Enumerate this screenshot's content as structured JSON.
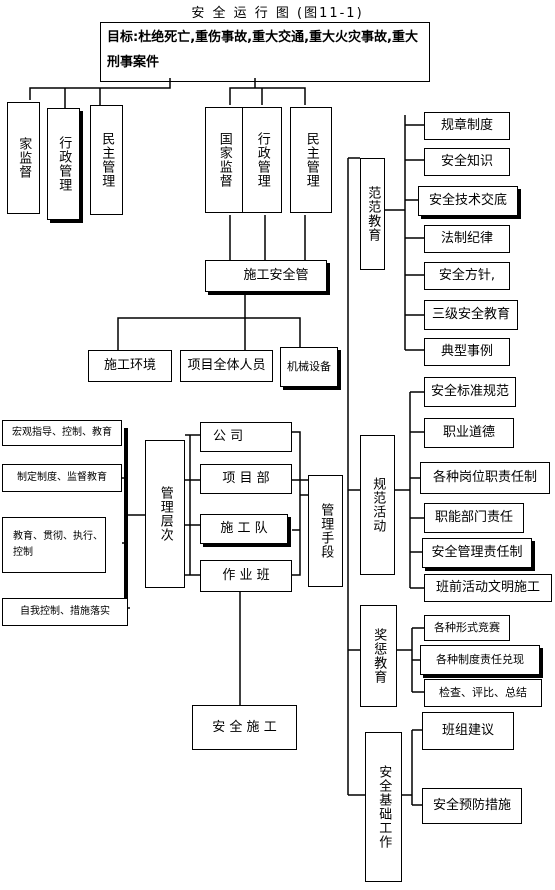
{
  "title": "安 全 运 行 图 (图11-1)",
  "goal": "目标:杜绝死亡,重伤事故,重大交通,重大火灾事故,重大刑事案件",
  "top_left": {
    "home": "家监督",
    "admin": "行政管理",
    "civil": "民主管理"
  },
  "top_middle": {
    "state": "国家监督",
    "admin": "行政管理",
    "civil": "民主管理"
  },
  "construction": {
    "manager": "施工安全管",
    "environment": "施工环境",
    "all_staff": "项目全体人员",
    "equipment": "机械设备"
  },
  "management": {
    "left_notes": [
      "宏观指导、控制、教育",
      "制定制度、监督教育",
      "教育、贯彻、执行、控制",
      "自我控制、措施落实"
    ],
    "levels_label": "管理层次",
    "levels": [
      "公 司",
      "项 目 部",
      "施 工 队",
      "作 业 班"
    ],
    "means_label": "管理手段",
    "safe_construction": "安 全 施 工"
  },
  "right": {
    "education": {
      "label": "范范教育",
      "items": [
        "规章制度",
        "安全知识",
        "安全技术交底",
        "法制纪律",
        "安全方针,",
        "三级安全教育",
        "典型事例"
      ]
    },
    "activities": {
      "label": "规范活动",
      "items": [
        "安全标准规范",
        "职业道德",
        "各种岗位职责任制",
        "职能部门责任",
        "安全管理责任制",
        "班前活动文明施工"
      ]
    },
    "rewards": {
      "label": "奖惩教育",
      "items": [
        "各种形式竞赛",
        "各种制度责任兑现",
        "检查、评比、总结"
      ]
    },
    "foundation": {
      "label": "安全基础工作",
      "items": [
        "班组建议",
        "安全预防措施"
      ]
    }
  }
}
